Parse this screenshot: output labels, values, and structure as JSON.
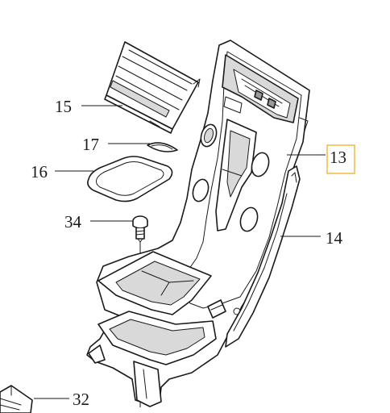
{
  "callouts": [
    {
      "id": "c15",
      "label": "15"
    },
    {
      "id": "c17",
      "label": "17"
    },
    {
      "id": "c16",
      "label": "16"
    },
    {
      "id": "c34",
      "label": "34"
    },
    {
      "id": "c13",
      "label": "13",
      "highlighted": true
    },
    {
      "id": "c14",
      "label": "14"
    },
    {
      "id": "c32",
      "label": "32"
    }
  ],
  "colors": {
    "line": "#1a1a1a",
    "highlight": "#f4b942"
  }
}
